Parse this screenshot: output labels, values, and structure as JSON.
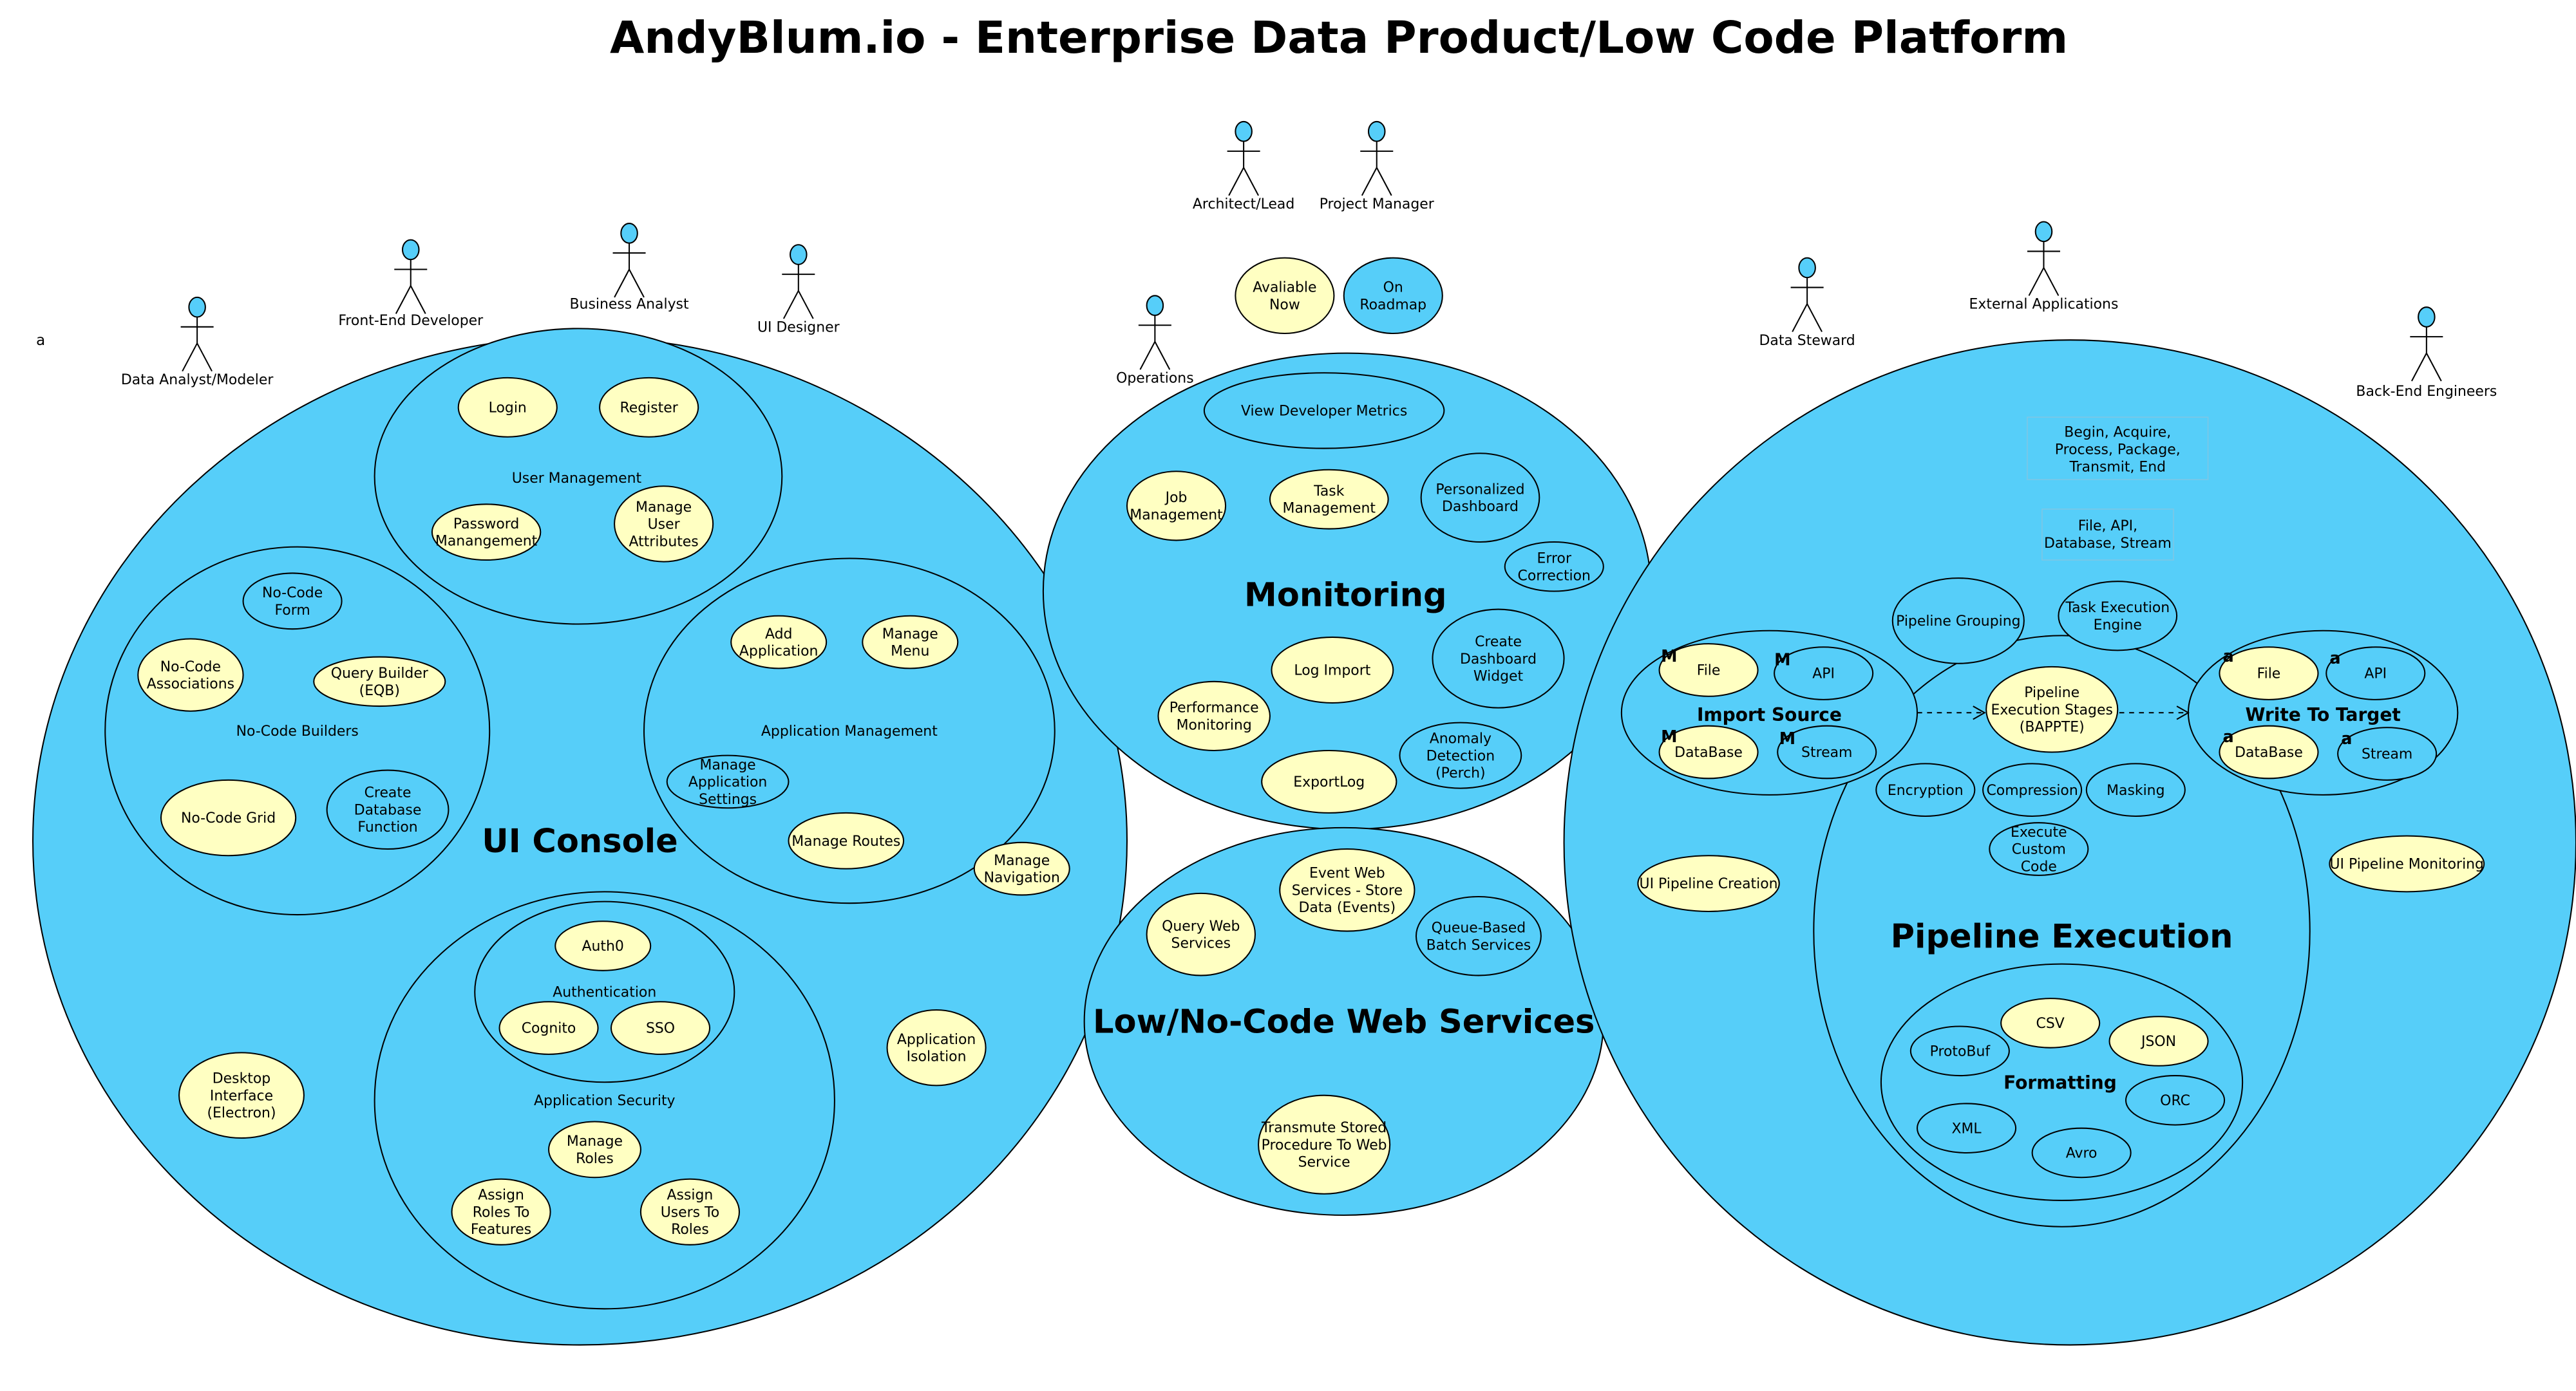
{
  "title": "AndyBlum.io - Enterprise Data Product/Low Code Platform",
  "stray_mark": "a",
  "colors": {
    "container": "#56CEF9",
    "available": "#FFFFC2",
    "roadmap": "#56CEF9",
    "stroke": "#000000"
  },
  "actors": {
    "data_analyst": "Data Analyst/Modeler",
    "front_end_developer": "Front-End Developer",
    "business_analyst": "Business Analyst",
    "ui_designer": "UI Designer",
    "architect_lead": "Architect/Lead",
    "project_manager": "Project Manager",
    "operations": "Operations",
    "data_steward": "Data Steward",
    "external_applications": "External Applications",
    "back_end_engineers": "Back-End Engineers"
  },
  "groups": {
    "ui_console": "UI Console",
    "monitoring": "Monitoring",
    "web_services": "Low/No-Code Web Services",
    "pipeline_execution": "Pipeline Execution",
    "user_management": "User Management",
    "no_code_builders": "No-Code Builders",
    "application_management": "Application Management",
    "application_security": "Application Security",
    "authentication": "Authentication",
    "import_source": "Import Source",
    "write_to_target": "Write To Target",
    "formatting": "Formatting"
  },
  "notes": {
    "bappte_stages": [
      "Begin, Acquire,",
      "Process, Package,",
      "Transmit, End"
    ],
    "io_types": [
      "File, API,",
      "Database, Stream"
    ]
  },
  "markers": {
    "import_source": "M",
    "write_to_target": "a"
  },
  "use_cases": {
    "legend_available": {
      "lines": [
        "Avaliable",
        "Now"
      ],
      "status": "available"
    },
    "legend_roadmap": {
      "lines": [
        "On",
        "Roadmap"
      ],
      "status": "roadmap"
    },
    "login": {
      "lines": [
        "Login"
      ],
      "status": "available"
    },
    "register": {
      "lines": [
        "Register"
      ],
      "status": "available"
    },
    "password_management": {
      "lines": [
        "Password",
        "Manangement"
      ],
      "status": "available"
    },
    "manage_user_attributes": {
      "lines": [
        "Manage",
        "User",
        "Attributes"
      ],
      "status": "available"
    },
    "no_code_form": {
      "lines": [
        "No-Code",
        "Form"
      ],
      "status": "roadmap"
    },
    "no_code_associations": {
      "lines": [
        "No-Code",
        "Associations"
      ],
      "status": "available"
    },
    "query_builder": {
      "lines": [
        "Query Builder",
        "(EQB)"
      ],
      "status": "available"
    },
    "no_code_grid": {
      "lines": [
        "No-Code Grid"
      ],
      "status": "available"
    },
    "create_database_function": {
      "lines": [
        "Create",
        "Database",
        "Function"
      ],
      "status": "roadmap"
    },
    "add_application": {
      "lines": [
        "Add",
        "Application"
      ],
      "status": "available"
    },
    "manage_menu": {
      "lines": [
        "Manage",
        "Menu"
      ],
      "status": "available"
    },
    "manage_application_settings": {
      "lines": [
        "Manage",
        "Application",
        "Settings"
      ],
      "status": "roadmap"
    },
    "manage_routes": {
      "lines": [
        "Manage Routes"
      ],
      "status": "available"
    },
    "manage_navigation": {
      "lines": [
        "Manage",
        "Navigation"
      ],
      "status": "available"
    },
    "auth0": {
      "lines": [
        "Auth0"
      ],
      "status": "available"
    },
    "cognito": {
      "lines": [
        "Cognito"
      ],
      "status": "available"
    },
    "sso": {
      "lines": [
        "SSO"
      ],
      "status": "available"
    },
    "manage_roles": {
      "lines": [
        "Manage",
        "Roles"
      ],
      "status": "available"
    },
    "assign_roles_to_features": {
      "lines": [
        "Assign",
        "Roles To",
        "Features"
      ],
      "status": "available"
    },
    "assign_users_to_roles": {
      "lines": [
        "Assign",
        "Users To",
        "Roles"
      ],
      "status": "available"
    },
    "application_isolation": {
      "lines": [
        "Application",
        "Isolation"
      ],
      "status": "available"
    },
    "desktop_interface": {
      "lines": [
        "Desktop",
        "Interface",
        "(Electron)"
      ],
      "status": "available"
    },
    "view_developer_metrics": {
      "lines": [
        "View Developer Metrics"
      ],
      "status": "roadmap"
    },
    "job_management": {
      "lines": [
        "Job",
        "Management"
      ],
      "status": "available"
    },
    "task_management": {
      "lines": [
        "Task",
        "Management"
      ],
      "status": "available"
    },
    "personalized_dashboard": {
      "lines": [
        "Personalized",
        "Dashboard"
      ],
      "status": "roadmap"
    },
    "error_correction": {
      "lines": [
        "Error",
        "Correction"
      ],
      "status": "roadmap"
    },
    "performance_monitoring": {
      "lines": [
        "Performance",
        "Monitoring"
      ],
      "status": "available"
    },
    "log_import": {
      "lines": [
        "Log Import"
      ],
      "status": "available"
    },
    "create_dashboard_widget": {
      "lines": [
        "Create",
        "Dashboard",
        "Widget"
      ],
      "status": "roadmap"
    },
    "anomaly_detection": {
      "lines": [
        "Anomaly",
        "Detection",
        "(Perch)"
      ],
      "status": "roadmap"
    },
    "export_log": {
      "lines": [
        "ExportLog"
      ],
      "status": "available"
    },
    "query_web_services": {
      "lines": [
        "Query Web",
        "Services"
      ],
      "status": "available"
    },
    "event_web_services": {
      "lines": [
        "Event Web",
        "Services - Store",
        "Data  (Events)"
      ],
      "status": "available"
    },
    "queue_batch_services": {
      "lines": [
        "Queue-Based",
        "Batch Services"
      ],
      "status": "roadmap"
    },
    "transmute_stored_procedure": {
      "lines": [
        "Transmute Stored",
        "Procedure To Web",
        "Service"
      ],
      "status": "available"
    },
    "pipeline_grouping": {
      "lines": [
        "Pipeline Grouping"
      ],
      "status": "roadmap"
    },
    "task_execution_engine": {
      "lines": [
        "Task Execution",
        "Engine"
      ],
      "status": "roadmap"
    },
    "import_file": {
      "lines": [
        "File"
      ],
      "status": "available"
    },
    "import_api": {
      "lines": [
        "API"
      ],
      "status": "roadmap"
    },
    "import_database": {
      "lines": [
        "DataBase"
      ],
      "status": "available"
    },
    "import_stream": {
      "lines": [
        "Stream"
      ],
      "status": "roadmap"
    },
    "pipeline_execution_stages": {
      "lines": [
        "Pipeline",
        "Execution Stages",
        "(BAPPTE)"
      ],
      "status": "available"
    },
    "target_file": {
      "lines": [
        "File"
      ],
      "status": "available"
    },
    "target_api": {
      "lines": [
        "API"
      ],
      "status": "roadmap"
    },
    "target_database": {
      "lines": [
        "DataBase"
      ],
      "status": "available"
    },
    "target_stream": {
      "lines": [
        "Stream"
      ],
      "status": "roadmap"
    },
    "encryption": {
      "lines": [
        "Encryption"
      ],
      "status": "roadmap"
    },
    "compression": {
      "lines": [
        "Compression"
      ],
      "status": "roadmap"
    },
    "masking": {
      "lines": [
        "Masking"
      ],
      "status": "roadmap"
    },
    "execute_custom_code": {
      "lines": [
        "Execute",
        "Custom",
        "Code"
      ],
      "status": "roadmap"
    },
    "ui_pipeline_creation": {
      "lines": [
        "UI Pipeline Creation"
      ],
      "status": "available"
    },
    "ui_pipeline_monitoring": {
      "lines": [
        "UI Pipeline Monitoring"
      ],
      "status": "available"
    },
    "csv": {
      "lines": [
        "CSV"
      ],
      "status": "available"
    },
    "json": {
      "lines": [
        "JSON"
      ],
      "status": "available"
    },
    "protobuf": {
      "lines": [
        "ProtoBuf"
      ],
      "status": "roadmap"
    },
    "orc": {
      "lines": [
        "ORC"
      ],
      "status": "roadmap"
    },
    "xml": {
      "lines": [
        "XML"
      ],
      "status": "roadmap"
    },
    "avro": {
      "lines": [
        "Avro"
      ],
      "status": "roadmap"
    }
  }
}
